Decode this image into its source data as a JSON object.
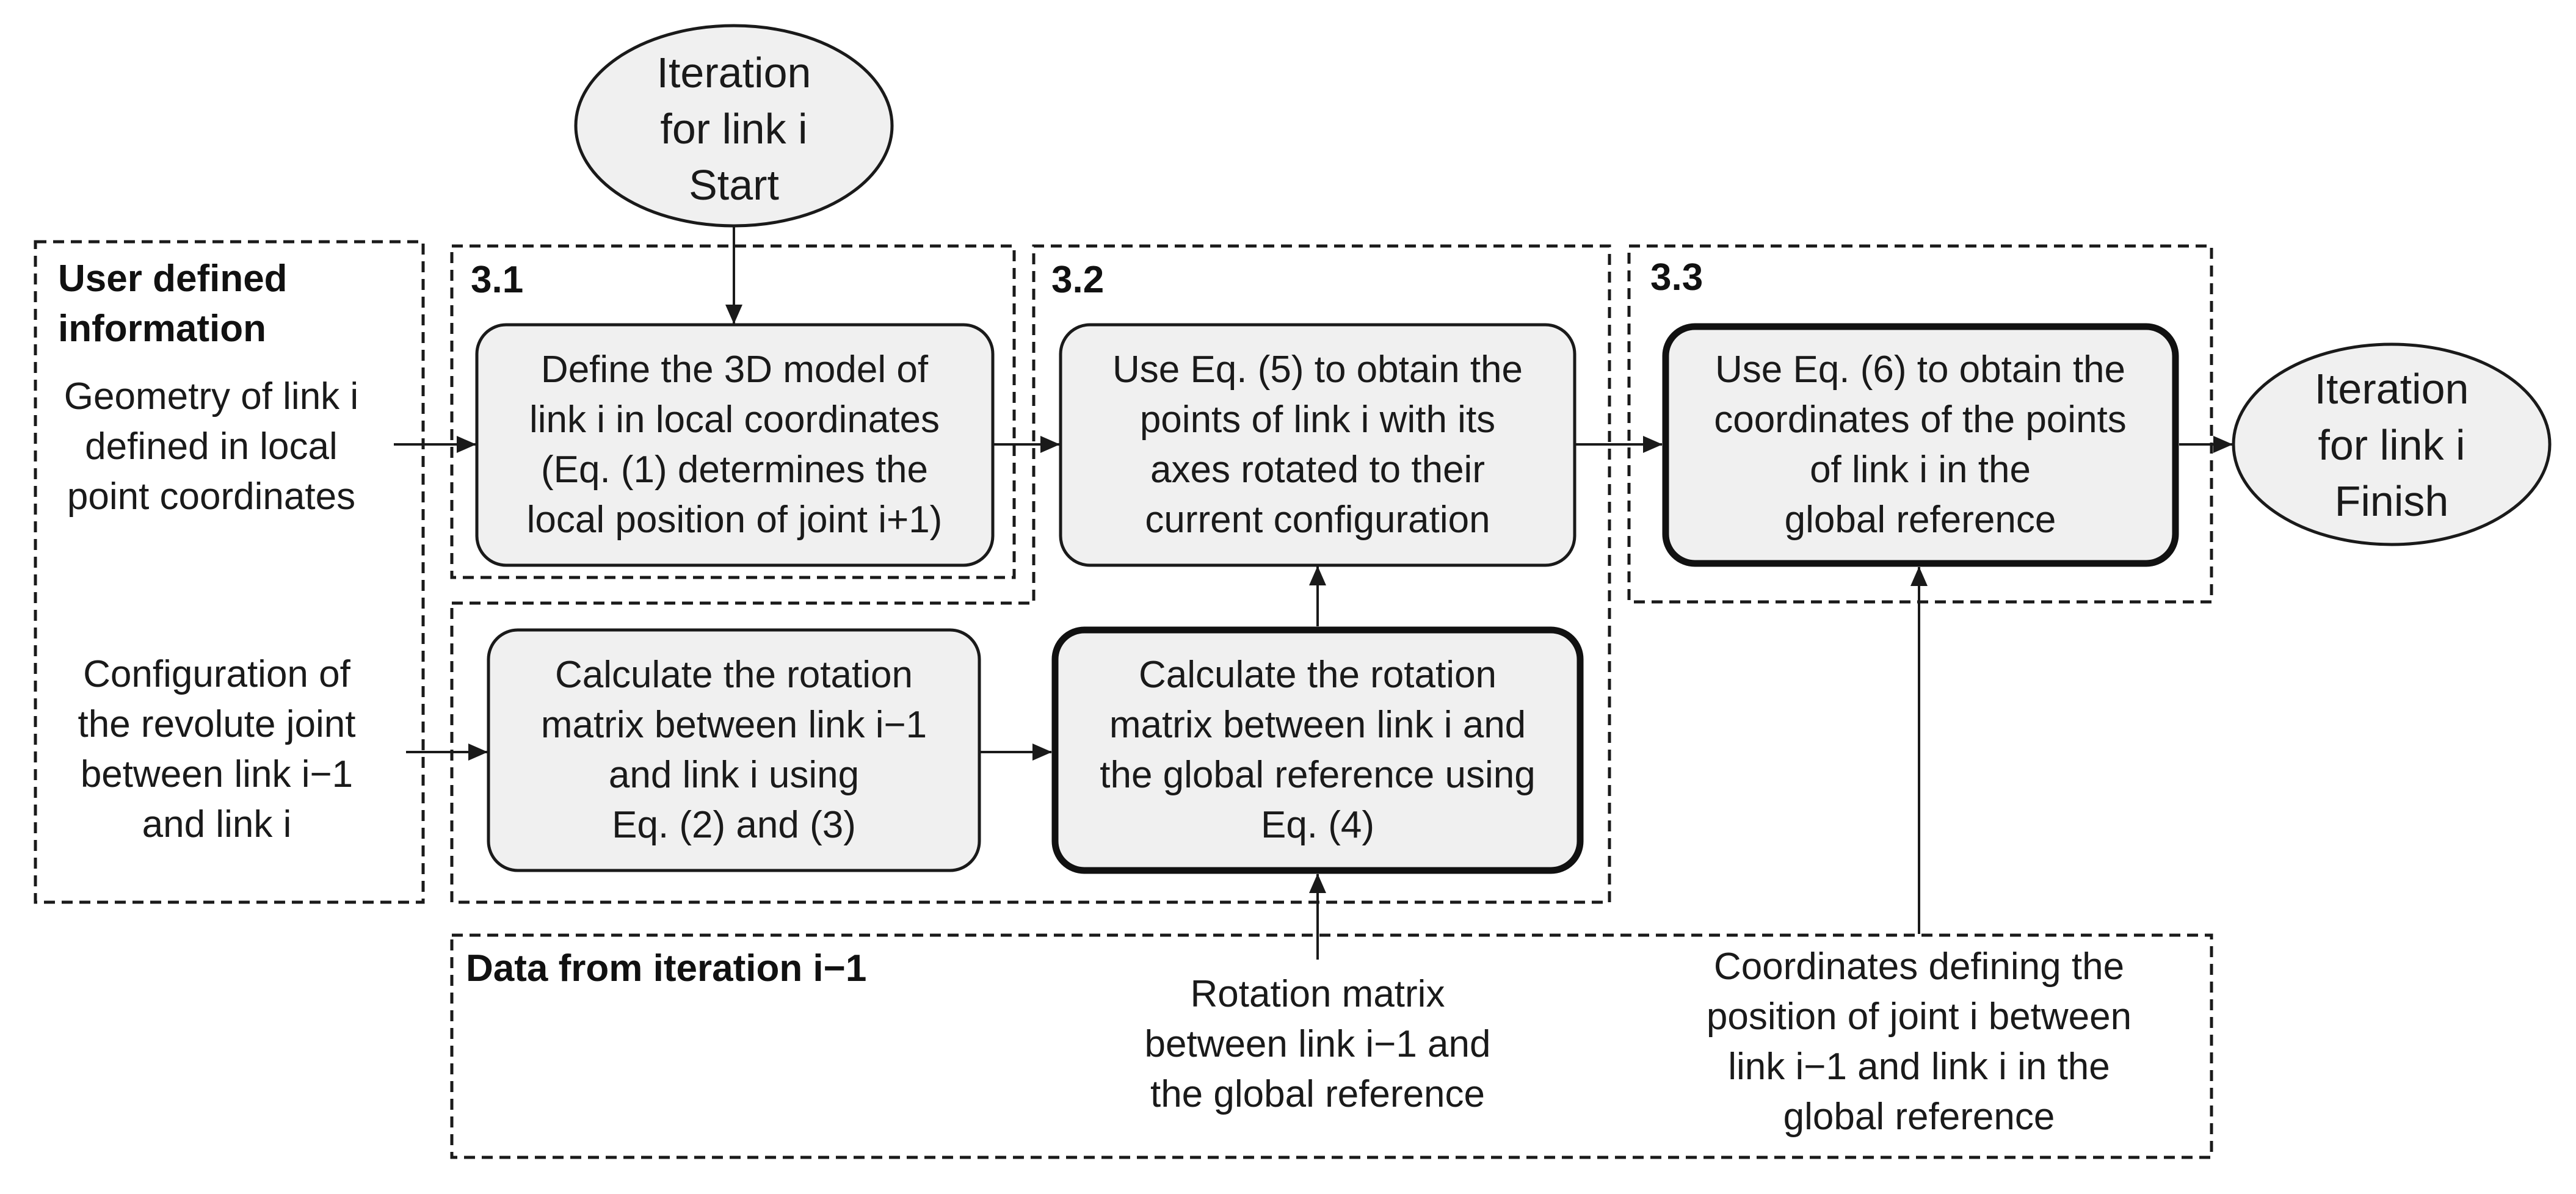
{
  "start_node": {
    "lines": [
      "Iteration",
      "for link i",
      "Start"
    ]
  },
  "finish_node": {
    "lines": [
      "Iteration",
      "for link i",
      "Finish"
    ]
  },
  "user_defined": {
    "title_lines": [
      "User defined",
      "information"
    ],
    "geometry_lines": [
      "Geometry of link i",
      "defined in local",
      "point coordinates"
    ],
    "configuration_lines": [
      "Configuration of",
      "the revolute joint",
      "between link i−1",
      "and link i"
    ]
  },
  "section_31": {
    "label": "3.1",
    "box_lines": [
      "Define the 3D model of",
      "link i in local coordinates",
      "(Eq. (1) determines the",
      "local position of joint i+1)"
    ]
  },
  "rotation_box": {
    "lines": [
      "Calculate the rotation",
      "matrix between link i−1",
      "and link i using",
      "Eq. (2) and (3)"
    ]
  },
  "section_32": {
    "label": "3.2",
    "box_lines": [
      "Use Eq. (5) to obtain the",
      "points of link i with its",
      "axes rotated to their",
      "current configuration"
    ],
    "global_rotation_lines": [
      "Calculate the rotation",
      "matrix between link i and",
      "the global reference using",
      "Eq. (4)"
    ]
  },
  "section_33": {
    "label": "3.3",
    "box_lines": [
      "Use Eq. (6) to obtain the",
      "coordinates of the points",
      "of link i in the",
      "global reference"
    ]
  },
  "previous_iteration": {
    "title": "Data from iteration i−1",
    "rotation_lines": [
      "Rotation matrix",
      "between link i−1 and",
      "the global reference"
    ],
    "coordinates_lines": [
      "Coordinates defining the",
      "position of joint i between",
      "link i−1 and link i in the",
      "global reference"
    ]
  }
}
